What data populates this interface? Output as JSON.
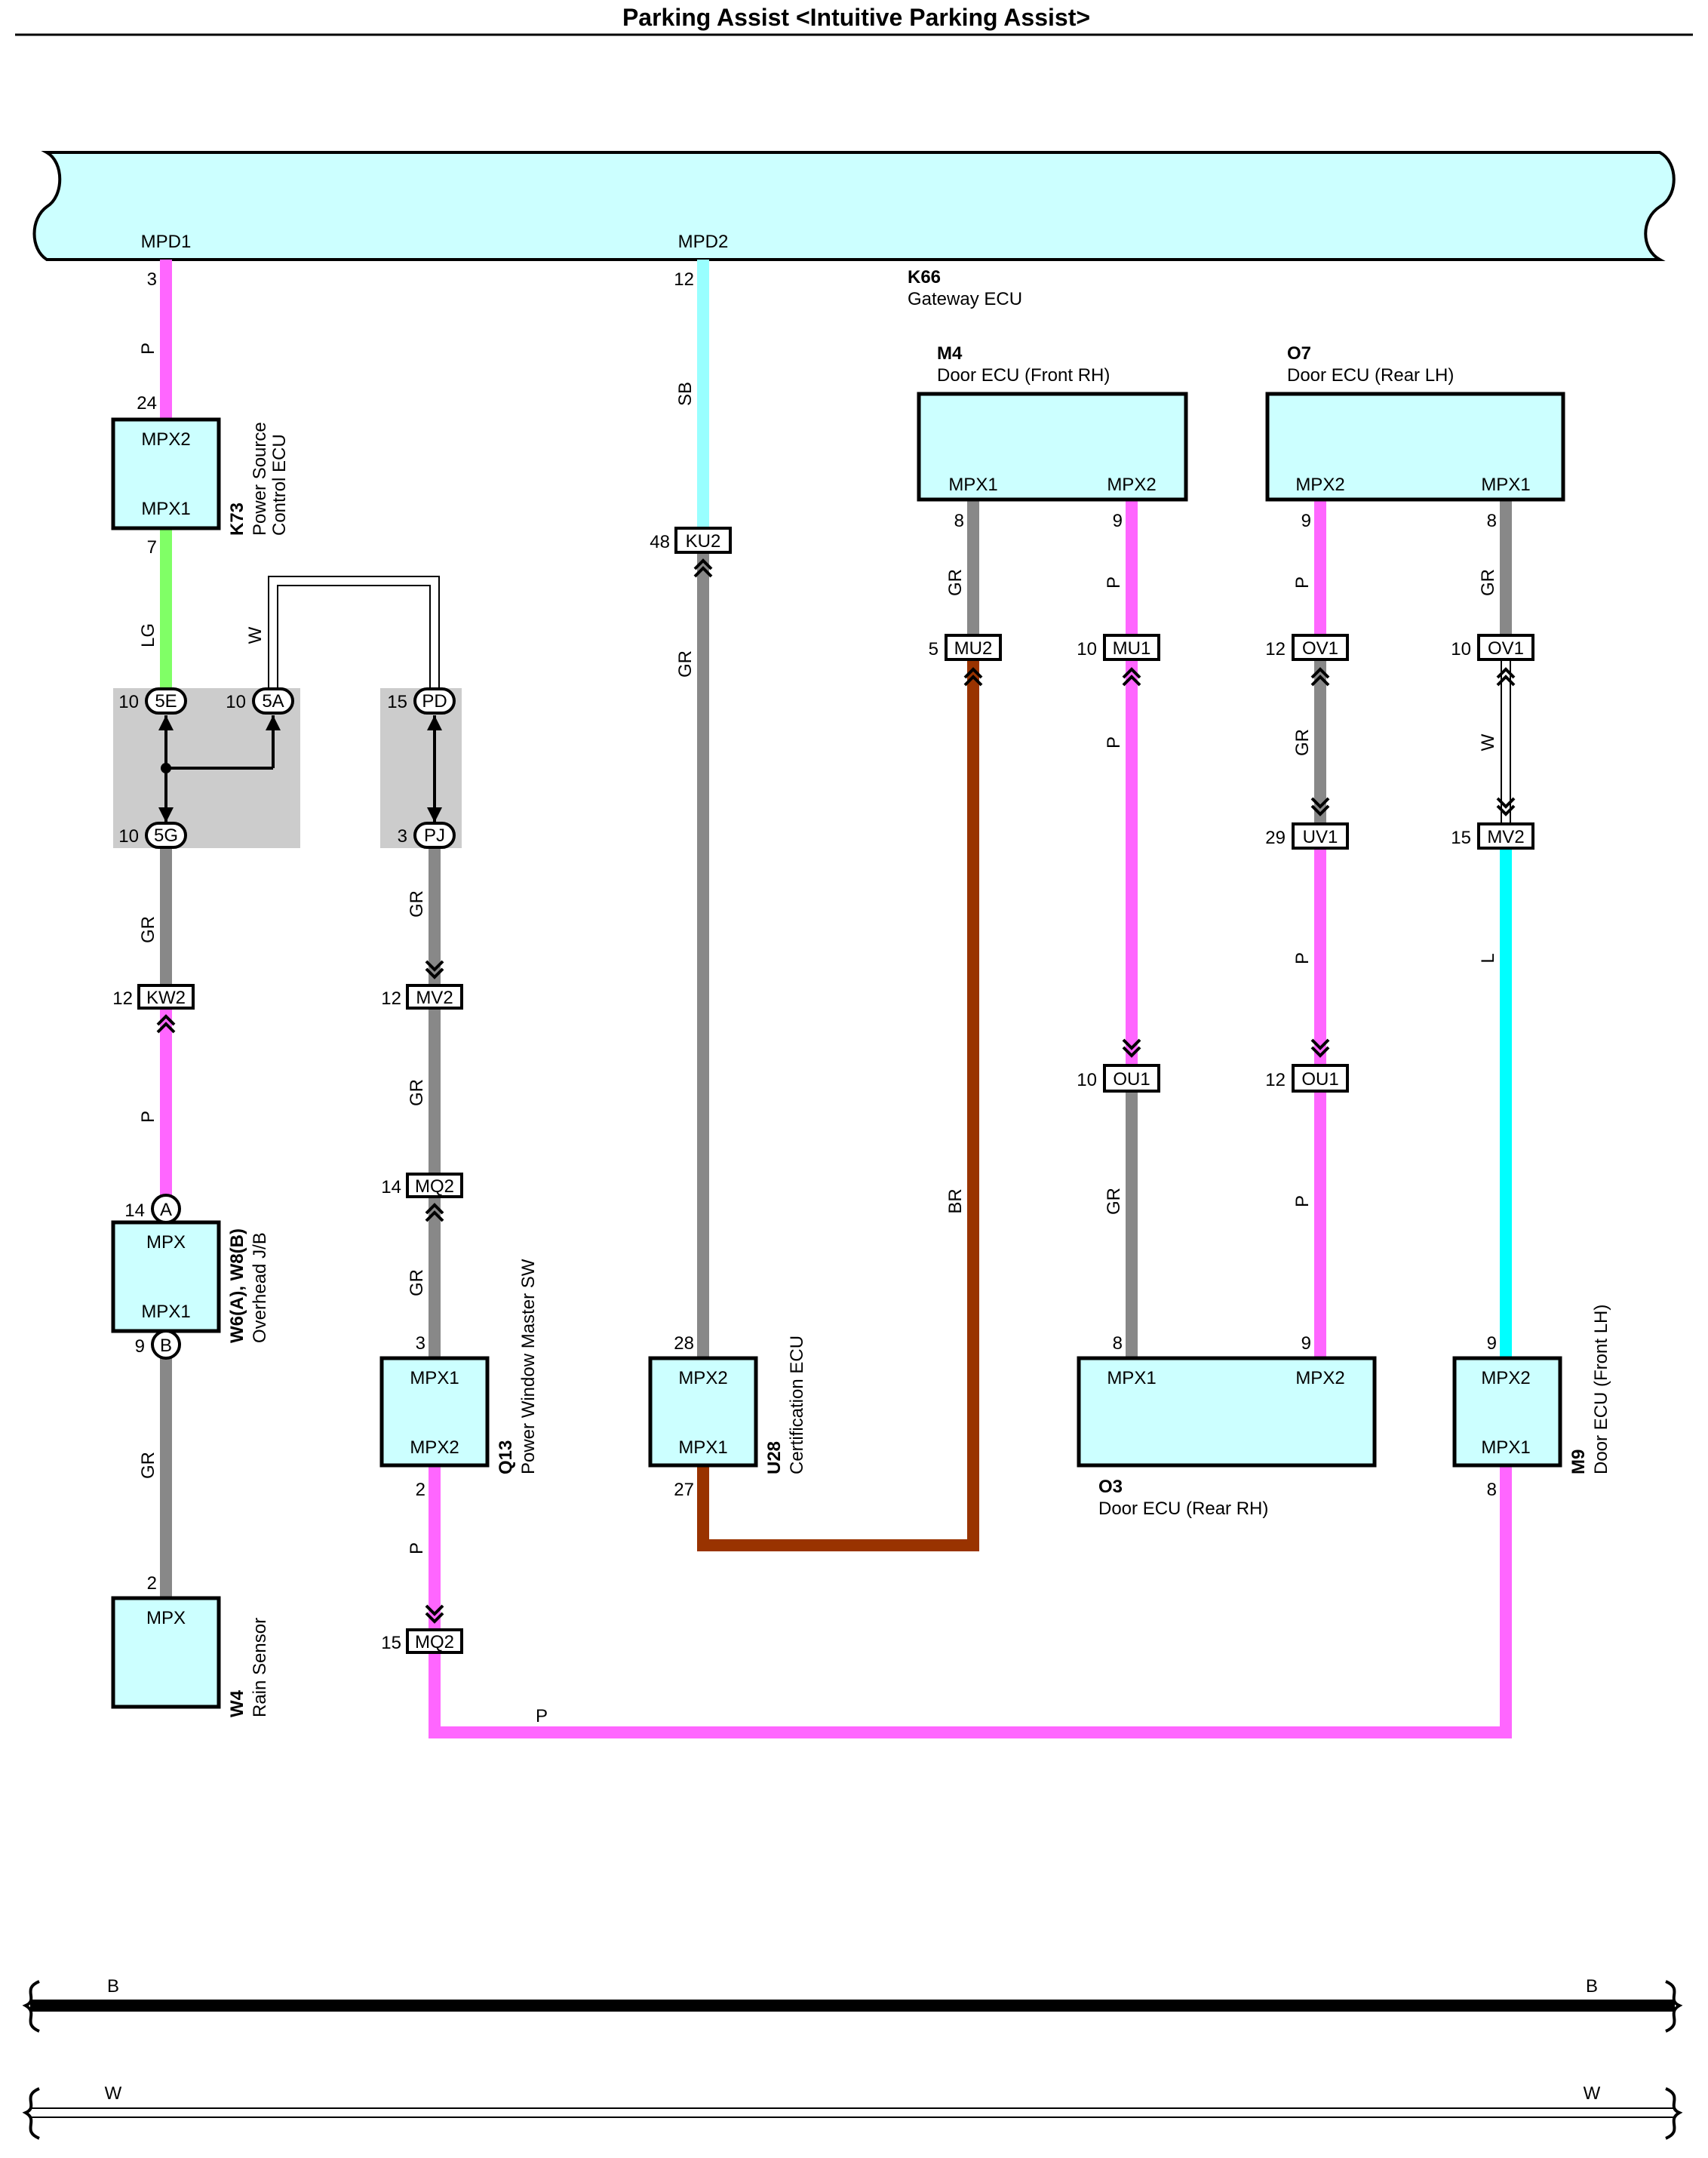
{
  "title": "Parking Assist <Intuitive Parking Assist>",
  "colors": {
    "P": "#ff66ff",
    "GR": "#888888",
    "LG": "#80ff66",
    "SB": "#99ffff",
    "BR": "#993300",
    "L": "#00ffff",
    "W": "#ffffff",
    "B": "#000000",
    "ecu_fill": "#ccffff",
    "junction_fill": "#cccccc"
  },
  "gateway": {
    "code": "K66",
    "name": "Gateway ECU",
    "pin1": "MPD1",
    "pin2": "MPD2"
  },
  "components": [
    {
      "code": "K73",
      "name": "Power Source",
      "name2": "Control ECU",
      "pins": [
        "MPX2",
        "MPX1"
      ]
    },
    {
      "code": "W6(A), W8(B)",
      "name": "Overhead J/B",
      "pins": [
        "MPX",
        "MPX1"
      ]
    },
    {
      "code": "W4",
      "name": "Rain Sensor",
      "pins": [
        "MPX"
      ]
    },
    {
      "code": "Q13",
      "name": "Power Window Master SW",
      "pins": [
        "MPX1",
        "MPX2"
      ]
    },
    {
      "code": "U28",
      "name": "Certification ECU",
      "pins": [
        "MPX2",
        "MPX1"
      ]
    },
    {
      "code": "M4",
      "name": "Door ECU (Front RH)",
      "pins": [
        "MPX1",
        "MPX2"
      ]
    },
    {
      "code": "O7",
      "name": "Door ECU (Rear LH)",
      "pins": [
        "MPX2",
        "MPX1"
      ]
    },
    {
      "code": "O3",
      "name": "Door ECU (Rear RH)",
      "pins": [
        "MPX1",
        "MPX2"
      ]
    },
    {
      "code": "M9",
      "name": "Door ECU (Front LH)",
      "pins": [
        "MPX2",
        "MPX1"
      ]
    }
  ],
  "connectors": [
    "5E",
    "5A",
    "5G",
    "PD",
    "PJ",
    "KW2",
    "MV2",
    "MQ2",
    "KU2",
    "MU2",
    "MU1",
    "OV1",
    "UV1",
    "OU1",
    "A",
    "B"
  ],
  "wire_colors": [
    "P",
    "LG",
    "W",
    "GR",
    "SB",
    "BR",
    "L"
  ],
  "pin_numbers": [
    "3",
    "24",
    "7",
    "10",
    "15",
    "12",
    "14",
    "9",
    "2",
    "28",
    "27",
    "48",
    "8",
    "5",
    "29"
  ],
  "buses": [
    "B",
    "W"
  ]
}
